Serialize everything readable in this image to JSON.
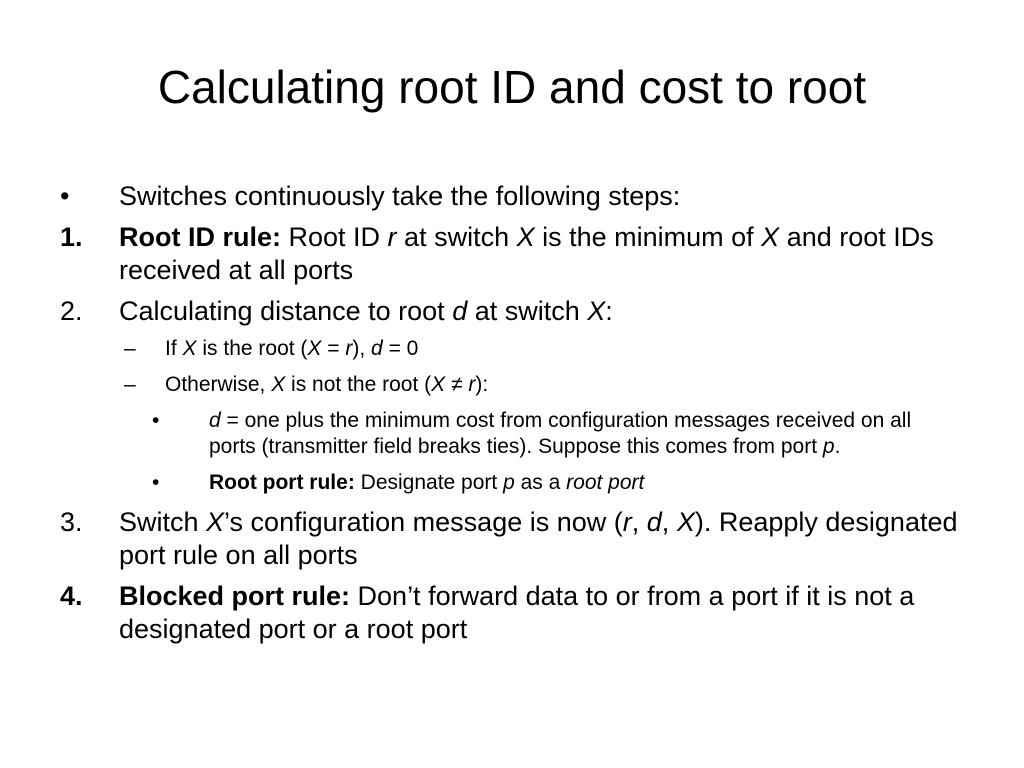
{
  "slide": {
    "title": "Calculating root ID and cost to root"
  },
  "body": {
    "intro": {
      "marker": "•",
      "text": "Switches continuously take the following steps:"
    },
    "step1": {
      "marker": "1.",
      "bold": "Root ID rule:",
      "t1": " Root ID ",
      "v1": "r",
      "t2": " at switch ",
      "v2": "X",
      "t3": " is the minimum of ",
      "v3": "X",
      "t4": " and root IDs received at all ports"
    },
    "step2": {
      "marker": "2.",
      "t1": "Calculating distance to root ",
      "v1": "d",
      "t2": " at switch ",
      "v2": "X",
      "t3": ":",
      "sub1": {
        "marker": "–",
        "t1": "If ",
        "v1": "X",
        "t2": " is the root (",
        "v2": "X",
        "t3": " = ",
        "v3": "r",
        "t4": "), ",
        "v4": "d",
        "t5": " = 0"
      },
      "sub2": {
        "marker": "–",
        "t1": "Otherwise, ",
        "v1": "X",
        "t2": " is not the root (",
        "v2": "X",
        "t3": " ≠ ",
        "v3": "r",
        "t4": "):",
        "bullet1": {
          "marker": "•",
          "v1": "d",
          "t1": " = one plus the minimum cost from configuration messages received on all ports (transmitter field breaks ties).  Suppose this comes from port ",
          "v2": "p",
          "t2": "."
        },
        "bullet2": {
          "marker": "•",
          "bold": "Root port rule:",
          "t1": " Designate port ",
          "v1": "p",
          "t2": " as a ",
          "v2": "root port"
        }
      }
    },
    "step3": {
      "marker": "3.",
      "t1": "Switch ",
      "v1": "X",
      "t2": "’s configuration message is now (",
      "v2": "r",
      "t3": ", ",
      "v3": "d",
      "t4": ", ",
      "v4": "X",
      "t5": "). Reapply designated port rule on all ports"
    },
    "step4": {
      "marker": "4.",
      "bold": "Blocked port rule:",
      "t1": " Don’t forward data to or from a port if it is not a designated port or a root port"
    }
  }
}
